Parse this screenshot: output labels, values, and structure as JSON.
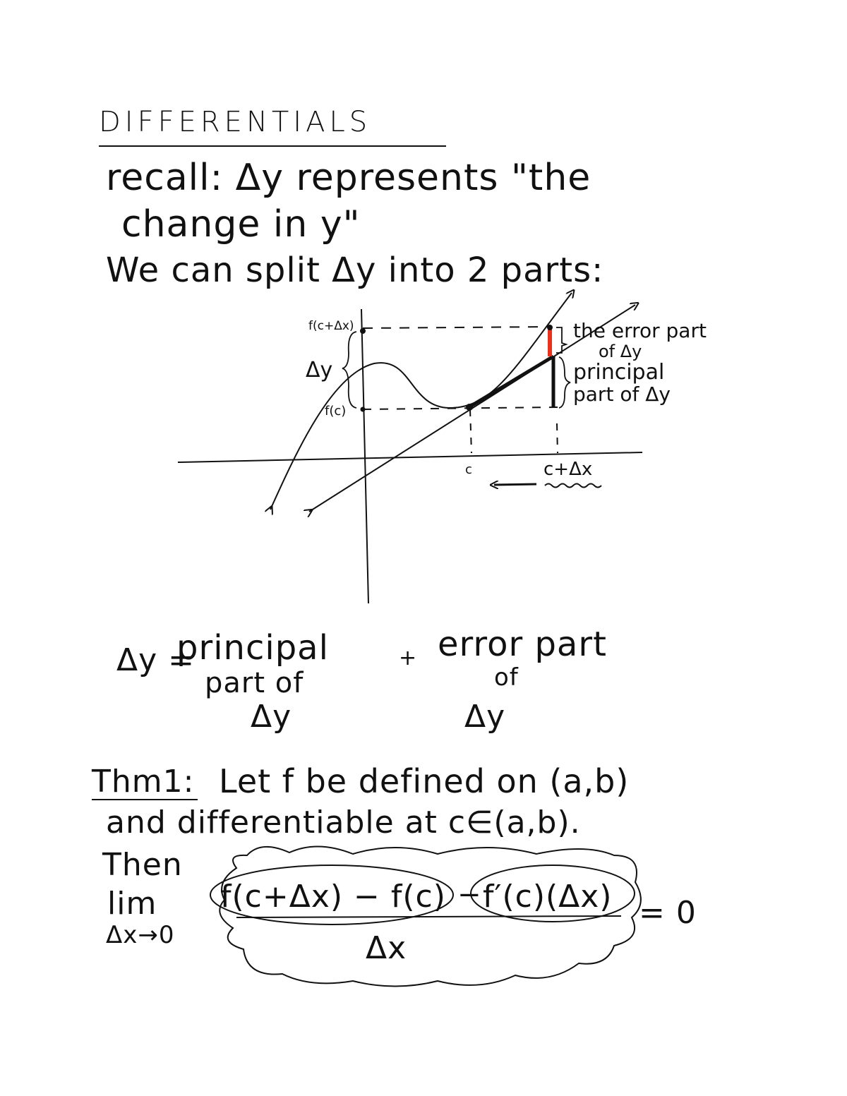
{
  "title": "DIFFERENTIALS",
  "recall": {
    "line1": "recall: Δy represents \"the",
    "line2": "change in y\""
  },
  "split": "We can split Δy into 2 parts:",
  "graph": {
    "label_f_c_dx": "f(c+Δx)",
    "label_f_c": "f(c)",
    "label_delta_y": "Δy",
    "label_c": "c",
    "label_c_dx": "c+Δx",
    "error_1": "the error part",
    "error_2": "of Δy",
    "principal_1": "principal",
    "principal_2": "part of Δy"
  },
  "equation": {
    "lhs": "Δy =",
    "principal_1": "principal",
    "principal_2": "part of",
    "principal_3": "Δy",
    "plus": "+",
    "error_1": "error part",
    "error_2": "of",
    "error_3": "Δy"
  },
  "theorem": {
    "label": "Thm1:",
    "line1": "Let f be defined on (a,b)",
    "line2": "and differentiable at c∈(a,b).",
    "then": "Then",
    "lim": "lim",
    "lim_sub": "Δx→0",
    "num_a": "f(c+Δx) − f(c)",
    "minus": "−",
    "num_b": "f′(c)(Δx)",
    "den": "Δx",
    "rhs": "= 0"
  },
  "colors": {
    "ink": "#111111",
    "error_segment": "#e8321e"
  }
}
